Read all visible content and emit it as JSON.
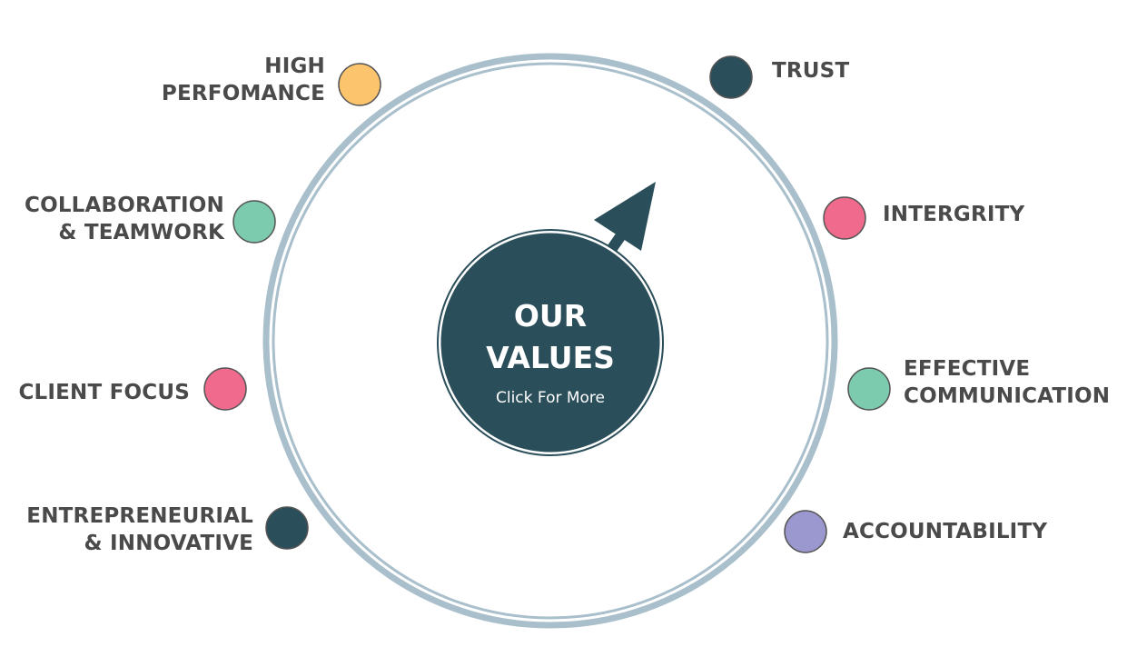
{
  "center": {
    "title_line1": "OUR",
    "title_line2": "VALUES",
    "subtitle": "Click For More",
    "color": "#2a4e5a"
  },
  "ring_color": "#a9bfcc",
  "values": [
    {
      "id": "high-performance",
      "line1": "HIGH",
      "line2": "PERFOMANCE",
      "color": "#fdc46e",
      "icon": "dot-icon"
    },
    {
      "id": "trust",
      "line1": "TRUST",
      "line2": "",
      "color": "#2a4e5a",
      "icon": "dot-icon"
    },
    {
      "id": "collaboration",
      "line1": "COLLABORATION",
      "line2": "& TEAMWORK",
      "color": "#7dcbae",
      "icon": "dot-icon"
    },
    {
      "id": "integrity",
      "line1": "INTERGRITY",
      "line2": "",
      "color": "#ef6a8c",
      "icon": "dot-icon"
    },
    {
      "id": "client-focus",
      "line1": "CLIENT FOCUS",
      "line2": "",
      "color": "#ef6a8c",
      "icon": "dot-icon"
    },
    {
      "id": "effective-communication",
      "line1": "EFFECTIVE",
      "line2": "COMMUNICATION",
      "color": "#7dcbae",
      "icon": "dot-icon"
    },
    {
      "id": "entrepreneurial",
      "line1": "ENTREPRENEURIAL",
      "line2": "& INNOVATIVE",
      "color": "#2a4e5a",
      "icon": "dot-icon"
    },
    {
      "id": "accountability",
      "line1": "ACCOUNTABILITY",
      "line2": "",
      "color": "#9b97cf",
      "icon": "dot-icon"
    }
  ]
}
